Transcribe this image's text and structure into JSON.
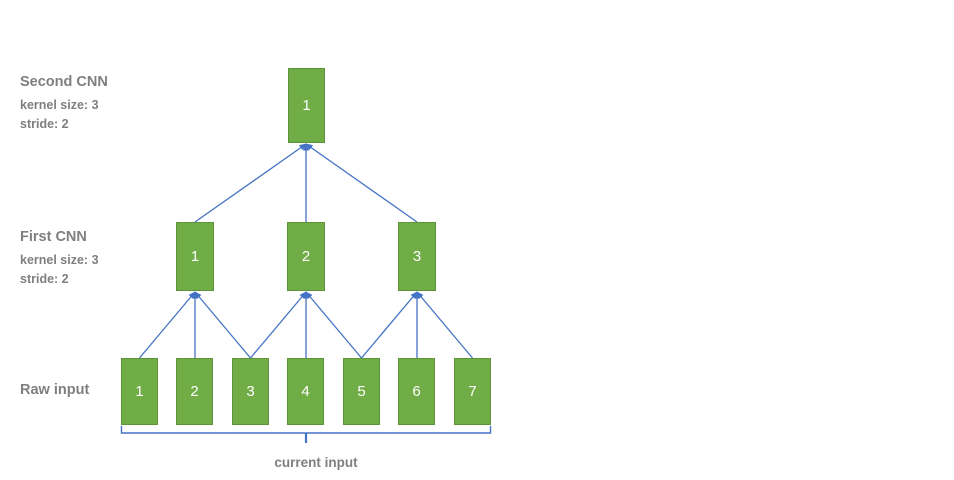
{
  "diagram": {
    "type": "cnn-receptive-field-tree",
    "colors": {
      "node_fill": "#70ad47",
      "node_border": "#5d9339",
      "node_text": "#ffffff",
      "edge": "#4472c4",
      "label_text": "#7f7f7f",
      "background": "#ffffff"
    },
    "layers": [
      {
        "id": "second-cnn",
        "label_title": "Second CNN",
        "label_line2": "kernel size: 3",
        "label_line3": "stride: 2",
        "nodes": [
          "1"
        ]
      },
      {
        "id": "first-cnn",
        "label_title": "First CNN",
        "label_line2": "kernel size: 3",
        "label_line3": "stride: 2",
        "nodes": [
          "1",
          "2",
          "3"
        ]
      },
      {
        "id": "raw-input",
        "label_title": "Raw input",
        "label_line2": "",
        "label_line3": "",
        "nodes": [
          "1",
          "2",
          "3",
          "4",
          "5",
          "6",
          "7"
        ]
      }
    ],
    "bracket": {
      "caption": "current input"
    },
    "edges": [
      {
        "from_layer": "raw-input",
        "from_node": "1",
        "to_layer": "first-cnn",
        "to_node": "1"
      },
      {
        "from_layer": "raw-input",
        "from_node": "2",
        "to_layer": "first-cnn",
        "to_node": "1"
      },
      {
        "from_layer": "raw-input",
        "from_node": "3",
        "to_layer": "first-cnn",
        "to_node": "1"
      },
      {
        "from_layer": "raw-input",
        "from_node": "3",
        "to_layer": "first-cnn",
        "to_node": "2"
      },
      {
        "from_layer": "raw-input",
        "from_node": "4",
        "to_layer": "first-cnn",
        "to_node": "2"
      },
      {
        "from_layer": "raw-input",
        "from_node": "5",
        "to_layer": "first-cnn",
        "to_node": "2"
      },
      {
        "from_layer": "raw-input",
        "from_node": "5",
        "to_layer": "first-cnn",
        "to_node": "3"
      },
      {
        "from_layer": "raw-input",
        "from_node": "6",
        "to_layer": "first-cnn",
        "to_node": "3"
      },
      {
        "from_layer": "raw-input",
        "from_node": "7",
        "to_layer": "first-cnn",
        "to_node": "3"
      },
      {
        "from_layer": "first-cnn",
        "from_node": "1",
        "to_layer": "second-cnn",
        "to_node": "1"
      },
      {
        "from_layer": "first-cnn",
        "from_node": "2",
        "to_layer": "second-cnn",
        "to_node": "1"
      },
      {
        "from_layer": "first-cnn",
        "from_node": "3",
        "to_layer": "second-cnn",
        "to_node": "1"
      }
    ]
  }
}
